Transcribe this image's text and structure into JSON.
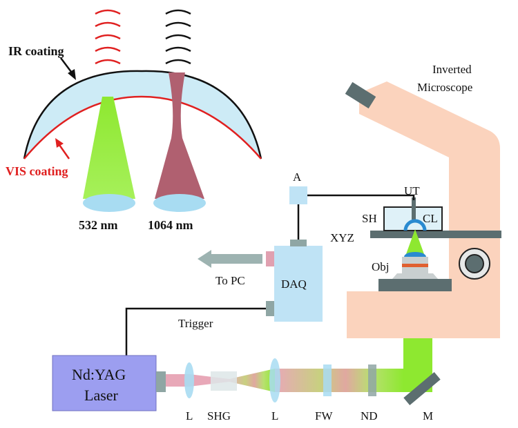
{
  "colors": {
    "microscope": "#fbd3bd",
    "stage_gray": "#5c6e70",
    "daq_blue": "#bfe3f5",
    "laser_purple": "#9c9ef0",
    "pink": "#e0a0b0",
    "green": "#8ee830",
    "ir_beam": "#b06070",
    "red_coating": "#e02020",
    "lens_blue": "#a8dcf2"
  },
  "labels": {
    "ir_coating": "IR coating",
    "vis_coating": "VIS coating",
    "nm532": "532 nm",
    "nm1064": "1064 nm",
    "microscope_line1": "Inverted",
    "microscope_line2": "Microscope",
    "a": "A",
    "ut": "UT",
    "sh": "SH",
    "cl": "CL",
    "xyz": "XYZ",
    "obj": "Obj",
    "daq": "DAQ",
    "to_pc": "To PC",
    "trigger": "Trigger",
    "laser_line1": "Nd:YAG",
    "laser_line2": "Laser",
    "l1": "L",
    "shg": "SHG",
    "l2": "L",
    "fw": "FW",
    "nd": "ND",
    "m": "M"
  }
}
